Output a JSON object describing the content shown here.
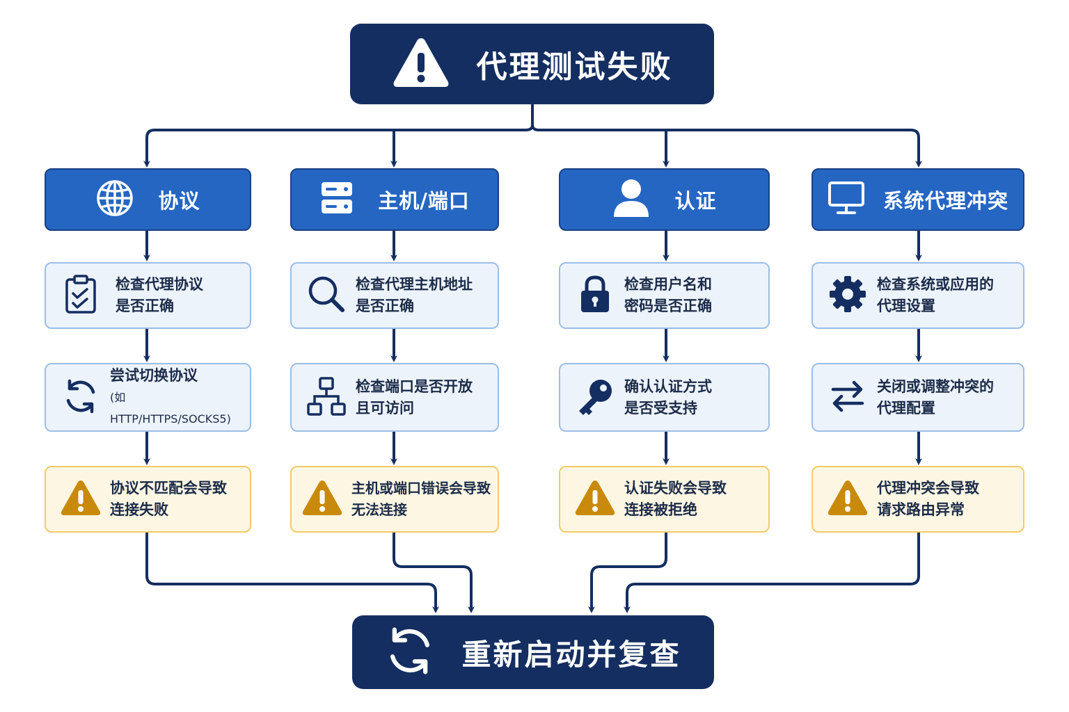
{
  "title": "代理测试失败",
  "final_step": "重新启动并复查",
  "columns": [
    {
      "category": "协议",
      "category_icon": "globe-icon",
      "check": {
        "line1": "检查代理协议",
        "line2": "是否正确",
        "icon": "clipboard-check-icon"
      },
      "action": {
        "line1": "尝试切换协议",
        "line2": "(如 HTTP/HTTPS/SOCKS5)",
        "icon": "refresh-icon"
      },
      "warning": {
        "line1": "协议不匹配会导致",
        "line2": "连接失败",
        "icon": "warning-icon"
      }
    },
    {
      "category": "主机/端口",
      "category_icon": "server-icon",
      "check": {
        "line1": "检查代理主机地址",
        "line2": "是否正确",
        "icon": "search-icon"
      },
      "action": {
        "line1": "检查端口是否开放",
        "line2": "且可访问",
        "icon": "network-icon"
      },
      "warning": {
        "line1": "主机或端口错误会导致",
        "line2": "无法连接",
        "icon": "warning-icon"
      }
    },
    {
      "category": "认证",
      "category_icon": "user-icon",
      "check": {
        "line1": "检查用户名和",
        "line2": "密码是否正确",
        "icon": "lock-icon"
      },
      "action": {
        "line1": "确认认证方式",
        "line2": "是否受支持",
        "icon": "key-icon"
      },
      "warning": {
        "line1": "认证失败会导致",
        "line2": "连接被拒绝",
        "icon": "warning-icon"
      }
    },
    {
      "category": "系统代理冲突",
      "category_icon": "monitor-icon",
      "check": {
        "line1": "检查系统或应用的",
        "line2": "代理设置",
        "icon": "gear-icon"
      },
      "action": {
        "line1": "关闭或调整冲突的",
        "line2": "代理配置",
        "icon": "swap-arrows-icon"
      },
      "warning": {
        "line1": "代理冲突会导致",
        "line2": "请求路由异常",
        "icon": "warning-icon"
      }
    }
  ],
  "colors": {
    "navy": "#142e61",
    "category_blue": "#2566c3",
    "step_bg": "#edf3fb",
    "step_border": "#9bbde7",
    "warning_bg": "#fdf6e3",
    "warning_border": "#f2cb68",
    "warning_icon": "#c98a0b"
  }
}
